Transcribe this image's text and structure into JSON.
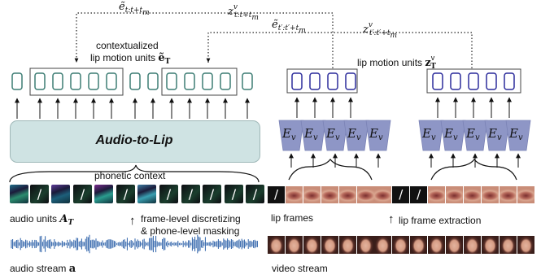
{
  "labels": {
    "ctx_line1": "contextualized",
    "ctx_line2": "lip motion units ",
    "ctx_sym": "ẽ",
    "ctx_sub": "T",
    "lip_units": "lip motion units ",
    "lip_units_sym": "z",
    "lip_units_sub": "T",
    "lip_units_sup": "v",
    "a2l": "Audio-to-Lip",
    "phonetic": "phonetic context",
    "audio_units": "audio units ",
    "audio_units_sym": "A",
    "audio_units_sub": "T",
    "frame_level_1": "frame-level discretizing",
    "frame_level_2": "& phone-level masking",
    "audio_stream": "audio stream ",
    "audio_stream_sym": "a",
    "lip_frames": "lip frames",
    "lip_extraction": "lip frame extraction",
    "video_stream": "video stream",
    "arrow_up": "↑"
  },
  "math": {
    "e1": "ẽ",
    "e1_sub": "t:t+t",
    "e1_subm": "m",
    "z1": "z",
    "z1_sup": "v",
    "z1_sub": "t:t+t",
    "z1_subm": "m",
    "e2": "ẽ",
    "e2_sub": "t′:t′+t",
    "e2_subm": "m",
    "z2": "z",
    "z2_sup": "v",
    "z2_sub": "t′:t′+t",
    "z2_subm": "m",
    "ev": "E",
    "ev_sub": "v"
  },
  "tiles": {
    "slash": "/"
  },
  "colors": {
    "unit_green": "#3d7d74",
    "unit_blue": "#2c2c9c",
    "a2l_fill": "#cfe3e3",
    "encoder_fill": "#8e96c6",
    "waveform": "#2a5fa8"
  }
}
